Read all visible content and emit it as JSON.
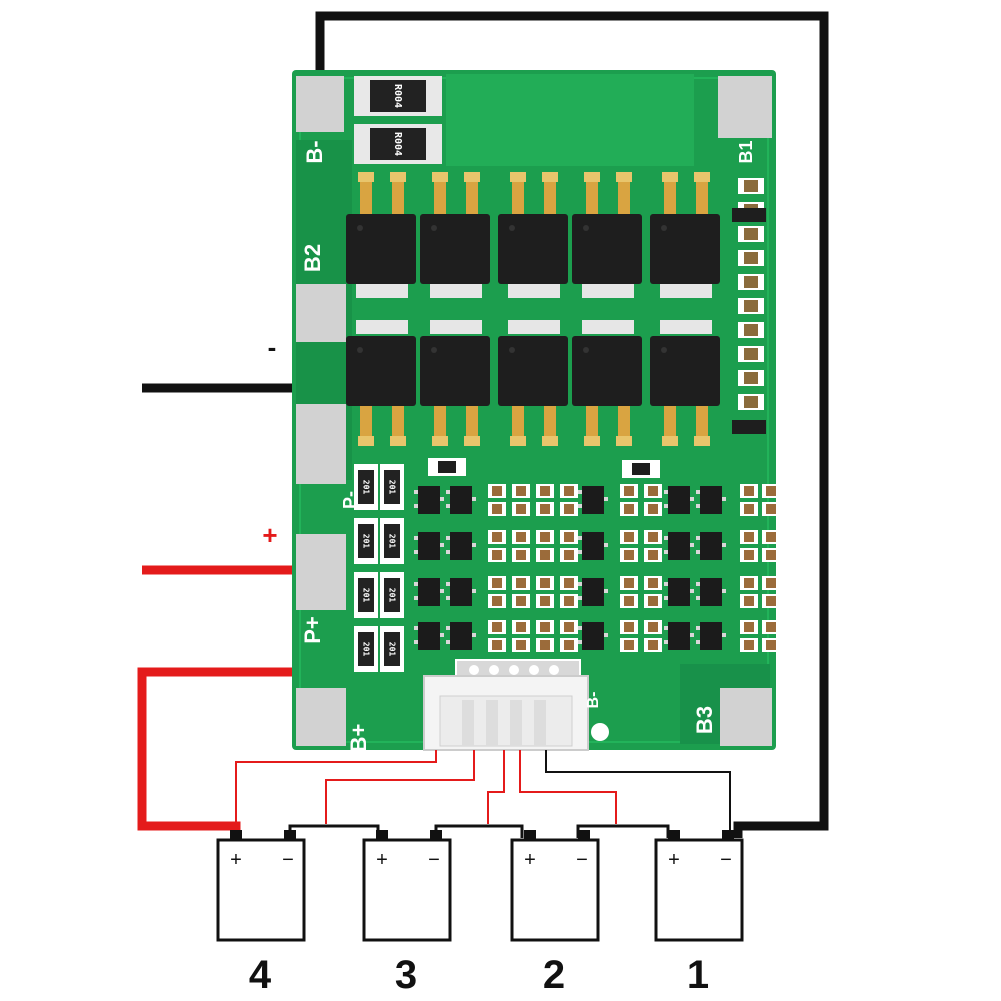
{
  "diagram": {
    "colors": {
      "pcb": "#1c9e4e",
      "pcb_dark": "#13813d",
      "pad": "#d2d2d2",
      "mosfet": "#1e1e1e",
      "wire_black": "#111111",
      "wire_red": "#e41b1b",
      "silk": "#ffffff"
    },
    "board": {
      "pad_labels": {
        "b_minus": "B-",
        "b1": "B1",
        "b2": "B2",
        "b3": "B3",
        "p_minus": "P-",
        "p_plus": "P+",
        "b_plus": "B+",
        "connector_b_minus": "B-"
      },
      "sense_resistor_marking": "R004",
      "resistor_marking": "201"
    },
    "wires": {
      "negative_sign": "-",
      "positive_sign": "+"
    },
    "cells": [
      {
        "number": "4",
        "plus": "+",
        "minus": "−"
      },
      {
        "number": "3",
        "plus": "+",
        "minus": "−"
      },
      {
        "number": "2",
        "plus": "+",
        "minus": "−"
      },
      {
        "number": "1",
        "plus": "+",
        "minus": "−"
      }
    ]
  }
}
